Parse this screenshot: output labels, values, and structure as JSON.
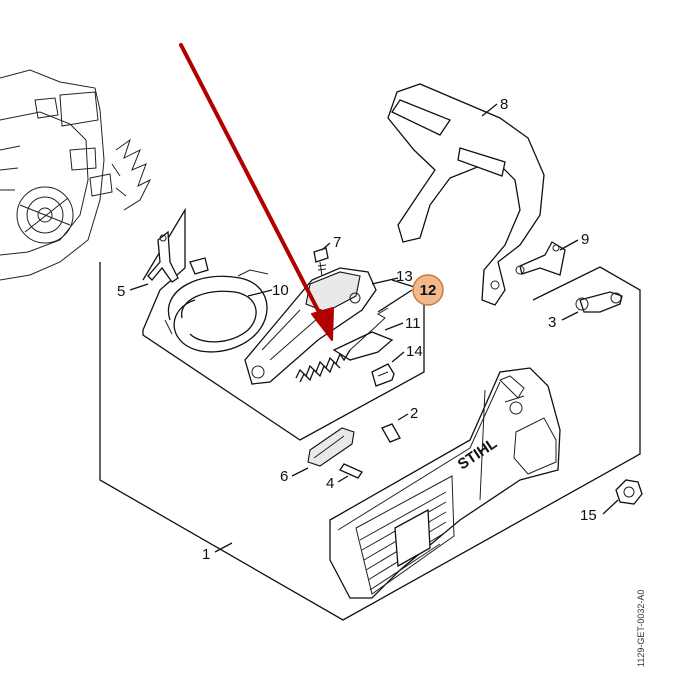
{
  "diagram": {
    "brand_text": "STIHL",
    "drawing_code": "1129-GET-0032-A0",
    "highlighted_part": "12",
    "part_labels": [
      "1",
      "2",
      "3",
      "4",
      "5",
      "6",
      "7",
      "8",
      "9",
      "10",
      "11",
      "12",
      "13",
      "14",
      "15"
    ],
    "colors": {
      "arrow": "#b00000",
      "highlight_fill": "#f2b98c",
      "highlight_stroke": "#c97a3a",
      "line": "#111111"
    }
  }
}
